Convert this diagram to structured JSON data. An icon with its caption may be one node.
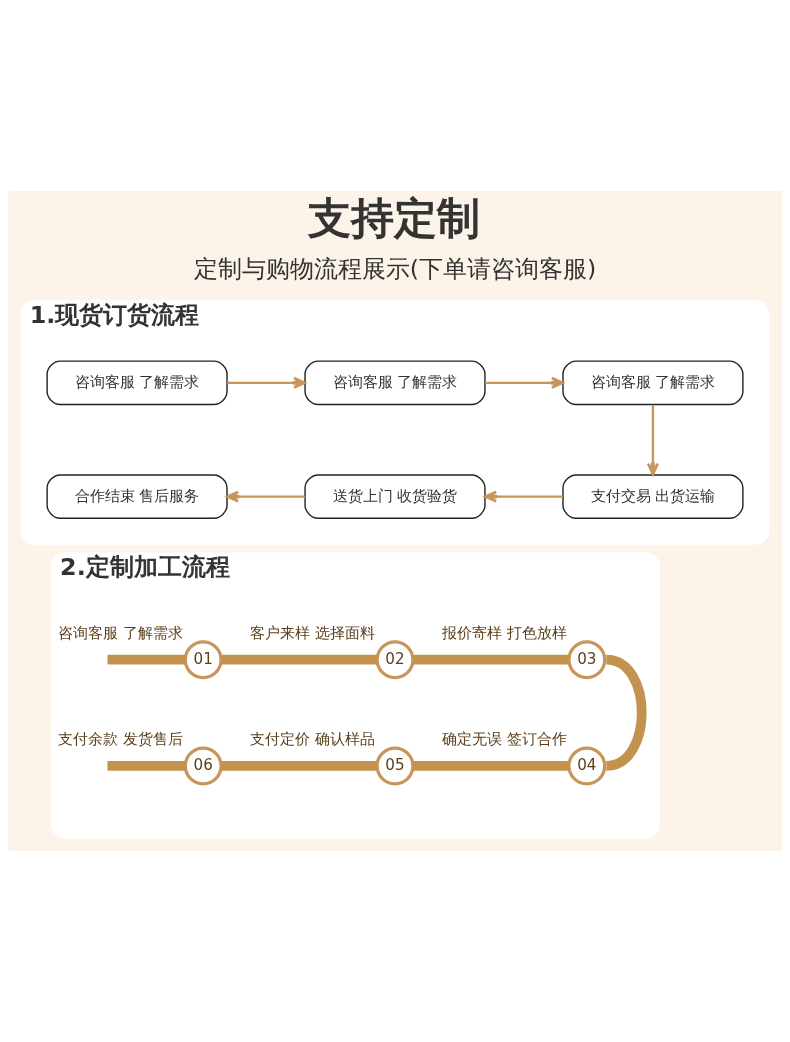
{
  "diagram": {
    "title": "支持定制",
    "nodes": [
      {
        "text": [
          "1.现货订货流程"
        ]
      },
      {
        "text": [
          "咨询客服 了解需求"
        ],
        "in": 0
      },
      {
        "text": [
          "咨询客服 了解需求"
        ],
        "in": 0
      },
      {
        "text": [
          "咨询客服 了解需求"
        ],
        "in": 0
      },
      {
        "text": [
          "合作结束 售后服务"
        ],
        "in": 0
      },
      {
        "text": [
          "送货上门 收货验货"
        ],
        "in": 0
      },
      {
        "text": [
          "支付交易 出货运输"
        ],
        "in": 0
      },
      {
        "text": [
          "2.定制加工流程"
        ]
      },
      {
        "text": [
          "01"
        ],
        "beside": [
          "咨询客服 了解需求"
        ],
        "in": 7
      },
      {
        "text": [
          "02"
        ],
        "beside": [
          "客户来样 选择面料"
        ],
        "in": 7
      },
      {
        "text": [
          "03"
        ],
        "beside": [
          "报价寄样 打色放样"
        ],
        "in": 7
      },
      {
        "text": [
          "06"
        ],
        "beside": [
          "支付余款 发货售后"
        ],
        "in": 7
      },
      {
        "text": [
          "05"
        ],
        "beside": [
          "支付定价 确认样品"
        ],
        "in": 7
      },
      {
        "text": [
          "04"
        ],
        "beside": [
          "确定无误 签订合作"
        ],
        "in": 7
      }
    ],
    "edges": [
      {
        "from": 1,
        "to": 2,
        "arrow": "to"
      },
      {
        "from": 2,
        "to": 3,
        "arrow": "to"
      },
      {
        "from": 3,
        "to": 6,
        "arrow": "to"
      },
      {
        "from": 6,
        "to": 5,
        "arrow": "to"
      },
      {
        "from": 5,
        "to": 4,
        "arrow": "to"
      },
      {
        "from": null,
        "to": 8,
        "arrow": "none"
      },
      {
        "from": 8,
        "to": 9,
        "arrow": "none"
      },
      {
        "from": 9,
        "to": 10,
        "arrow": "none"
      },
      {
        "from": 10,
        "to": 13,
        "arrow": "none"
      },
      {
        "from": 13,
        "to": 12,
        "arrow": "none"
      },
      {
        "from": 12,
        "to": 11,
        "arrow": "none"
      },
      {
        "from": 11,
        "to": null,
        "arrow": "none"
      }
    ],
    "labels": [
      "定制与购物流程展示(下单请咨询客服)"
    ]
  }
}
